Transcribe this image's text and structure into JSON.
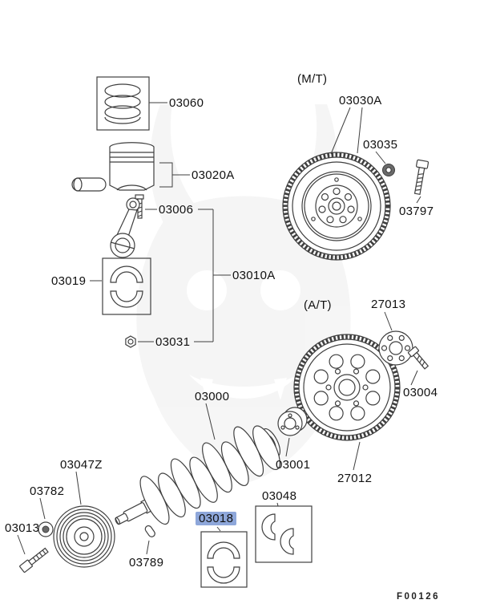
{
  "figure": {
    "code": "F00126"
  },
  "highlight": {
    "selected_part": "03018",
    "color": "#8ea7da"
  },
  "labels": {
    "piston_rings": "03060",
    "piston": "03020A",
    "rod_bolt": "03006",
    "rod_bearing": "03019",
    "rod_assembly": "03010A",
    "rod_nut": "03031",
    "mt_variant": "(M/T)",
    "flywheel": "03030A",
    "pilot_bushing": "03035",
    "flywheel_bolt": "03797",
    "at_variant": "(A/T)",
    "adapter_plate": "27013",
    "adapter_bolt": "03004",
    "driveplate": "27012",
    "crankshaft": "03000",
    "crank_spacer": "03001",
    "crank_pulley": "03047Z",
    "pulley_washer": "03782",
    "pulley_bolt": "03013",
    "crank_key": "03789",
    "main_bearing": "03018",
    "thrust_washer": "03048"
  }
}
